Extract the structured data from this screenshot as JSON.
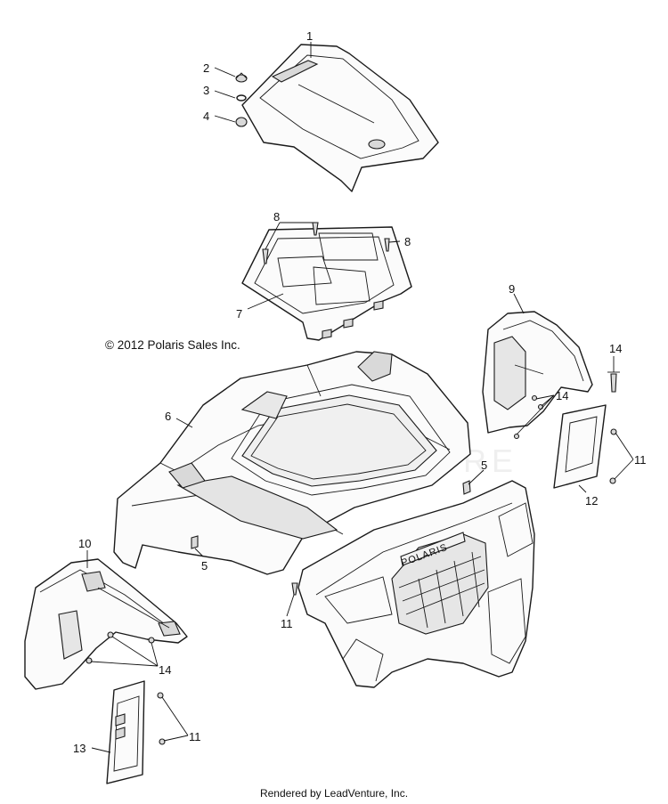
{
  "copyright": "© 2012 Polaris Sales Inc.",
  "footer": "Rendered by LeadVenture, Inc.",
  "watermark": "LEADVENTURE",
  "brand_mark": "POLARIS",
  "callouts": [
    {
      "id": "c1",
      "label": "1"
    },
    {
      "id": "c2",
      "label": "2"
    },
    {
      "id": "c3",
      "label": "3"
    },
    {
      "id": "c4",
      "label": "4"
    },
    {
      "id": "c5a",
      "label": "5"
    },
    {
      "id": "c5b",
      "label": "5"
    },
    {
      "id": "c6",
      "label": "6"
    },
    {
      "id": "c7",
      "label": "7"
    },
    {
      "id": "c8a",
      "label": "8"
    },
    {
      "id": "c8b",
      "label": "8"
    },
    {
      "id": "c9",
      "label": "9"
    },
    {
      "id": "c10",
      "label": "10"
    },
    {
      "id": "c11a",
      "label": "11"
    },
    {
      "id": "c11b",
      "label": "11"
    },
    {
      "id": "c11c",
      "label": "11"
    },
    {
      "id": "c12",
      "label": "12"
    },
    {
      "id": "c13",
      "label": "13"
    },
    {
      "id": "c14a",
      "label": "14"
    },
    {
      "id": "c14b",
      "label": "14"
    },
    {
      "id": "c14c",
      "label": "14"
    }
  ]
}
